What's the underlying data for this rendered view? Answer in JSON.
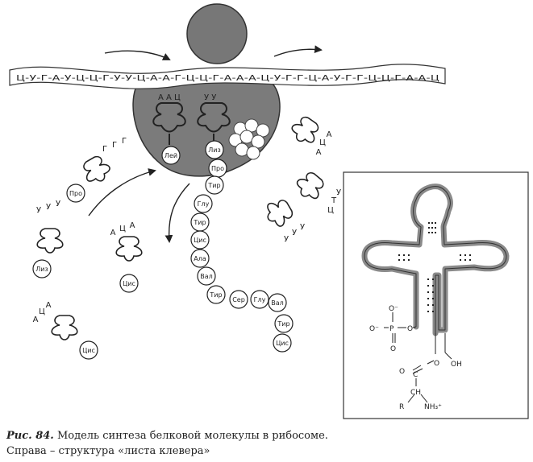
{
  "mrna": {
    "sequence": "Ц-У-Г-А-У-Ц-Ц-Г-У-У-Ц-А-А-Г-Ц-Ц-Г-А-А-А-Ц-У-Г-Г-Ц-А-У-Г-Г-Ц-Ц-Г-А-А-Ц"
  },
  "ribosome": {
    "site_anticodons": [
      "А А Ц",
      "У У"
    ],
    "bound_amino_acids": [
      "Лей",
      "Лиз"
    ]
  },
  "peptide_chain": [
    "Про",
    "Тир",
    "Глу",
    "Тир",
    "Цис",
    "Ала",
    "Вал",
    "Тир",
    "Сер",
    "Глу",
    "Вал",
    "Тир",
    "Цис"
  ],
  "free_trnas": [
    {
      "amino_acid": "Про",
      "anticodon": [
        "Г",
        "Г",
        "Г"
      ]
    },
    {
      "amino_acid": "Лиз",
      "anticodon": [
        "У",
        "У",
        "У"
      ]
    },
    {
      "amino_acid": "Цис",
      "anticodon": [
        "А",
        "Ц",
        "А"
      ]
    },
    {
      "amino_acid": "Цис",
      "anticodon": [
        "А",
        "Ц",
        "А"
      ]
    },
    {
      "amino_acid": "",
      "anticodon": [
        "А",
        "Ц",
        "А"
      ]
    },
    {
      "amino_acid": "",
      "anticodon": [
        "Ц",
        "Т",
        "У"
      ]
    },
    {
      "amino_acid": "",
      "anticodon": [
        "У",
        "У",
        "У"
      ]
    }
  ],
  "cloverleaf": {
    "phosphate": {
      "top": "O⁻",
      "left": "O⁻",
      "center": "P",
      "right": "O",
      "bottom": "O"
    },
    "amino_acid": {
      "oxygen_left": "O",
      "oxygen_right": "O",
      "carbon": "C",
      "ch": "CH",
      "r_group": "R",
      "amine": "NH₃⁺",
      "oh": "OH"
    }
  },
  "caption": {
    "figure_label": "Рис. 84.",
    "line1": "Модель синтеза белковой молекулы в рибосоме.",
    "line2": "Справа – структура «листа клевера»"
  }
}
